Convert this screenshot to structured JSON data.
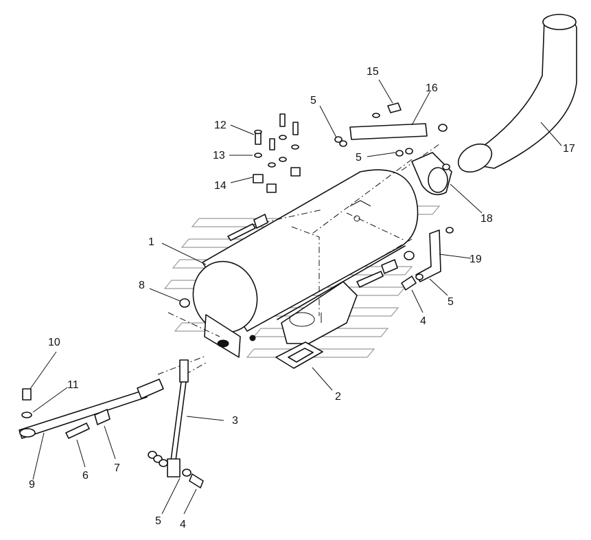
{
  "diagram": {
    "callouts": [
      {
        "id": "1",
        "text": "1"
      },
      {
        "id": "2",
        "text": "2"
      },
      {
        "id": "3",
        "text": "3"
      },
      {
        "id": "4a",
        "text": "4"
      },
      {
        "id": "4b",
        "text": "4"
      },
      {
        "id": "5a",
        "text": "5"
      },
      {
        "id": "5b",
        "text": "5"
      },
      {
        "id": "5c",
        "text": "5"
      },
      {
        "id": "5d",
        "text": "5"
      },
      {
        "id": "6",
        "text": "6"
      },
      {
        "id": "7",
        "text": "7"
      },
      {
        "id": "8",
        "text": "8"
      },
      {
        "id": "9",
        "text": "9"
      },
      {
        "id": "10",
        "text": "10"
      },
      {
        "id": "11",
        "text": "11"
      },
      {
        "id": "12",
        "text": "12"
      },
      {
        "id": "13",
        "text": "13"
      },
      {
        "id": "14",
        "text": "14"
      },
      {
        "id": "15",
        "text": "15"
      },
      {
        "id": "16",
        "text": "16"
      },
      {
        "id": "17",
        "text": "17"
      },
      {
        "id": "18",
        "text": "18"
      },
      {
        "id": "19",
        "text": "19"
      }
    ]
  }
}
